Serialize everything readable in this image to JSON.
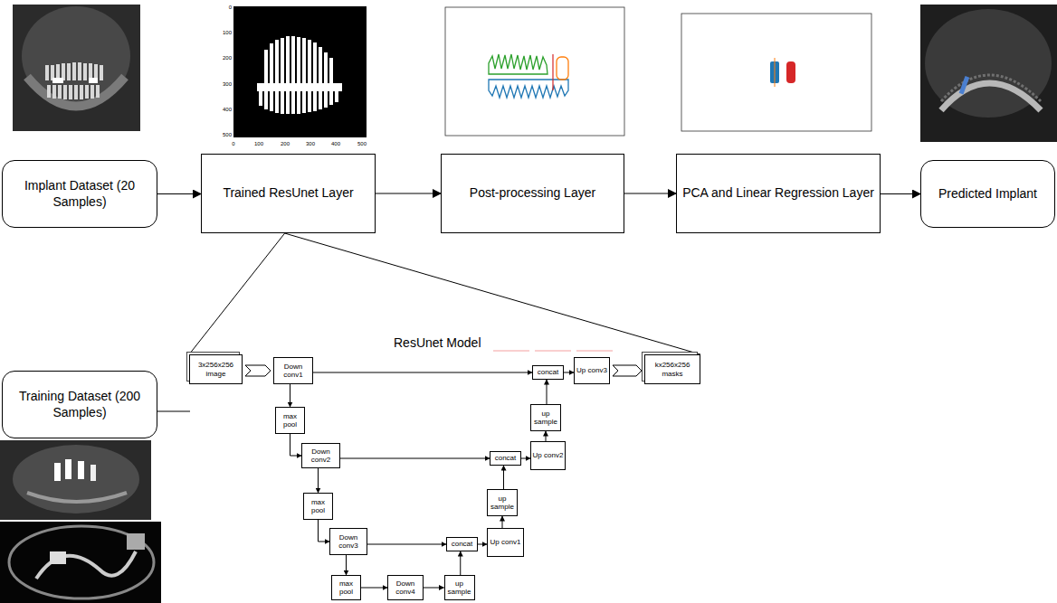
{
  "diagram": {
    "nodes": [
      {
        "text": [
          "Implant Dataset (20 Samples)"
        ]
      },
      {
        "text": [
          "Trained ResUnet Layer"
        ]
      },
      {
        "text": [
          "Post-processing Layer"
        ]
      },
      {
        "text": [
          "PCA and Linear Regression Layer"
        ]
      },
      {
        "text": [
          "Predicted Implant"
        ]
      },
      {
        "text": [
          "Training Dataset (200 Samples)"
        ]
      },
      {
        "text": [
          "3x256x256 image"
        ]
      },
      {
        "text": [
          "Down conv1"
        ]
      },
      {
        "text": [
          "max pool"
        ]
      },
      {
        "text": [
          "Down conv2"
        ]
      },
      {
        "text": [
          "max pool"
        ]
      },
      {
        "text": [
          "Down conv3"
        ]
      },
      {
        "text": [
          "max pool"
        ]
      },
      {
        "text": [
          "Down conv4"
        ]
      },
      {
        "text": [
          "up sample"
        ]
      },
      {
        "text": [
          "concat"
        ]
      },
      {
        "text": [
          "Up conv1"
        ]
      },
      {
        "text": [
          "up sample"
        ]
      },
      {
        "text": [
          "concat"
        ]
      },
      {
        "text": [
          "Up conv2"
        ]
      },
      {
        "text": [
          "up sample"
        ]
      },
      {
        "text": [
          "concat"
        ]
      },
      {
        "text": [
          "Up conv3"
        ]
      },
      {
        "text": [
          "kx256x256 masks"
        ]
      }
    ],
    "edges": [
      {
        "from": 0,
        "to": 1,
        "arrow": "to"
      },
      {
        "from": 1,
        "to": 2,
        "arrow": "to"
      },
      {
        "from": 2,
        "to": 3,
        "arrow": "to"
      },
      {
        "from": 3,
        "to": 4,
        "arrow": "to"
      },
      {
        "from": 1,
        "to": 6,
        "arrow": "none"
      },
      {
        "from": 1,
        "to": 23,
        "arrow": "none"
      },
      {
        "from": 6,
        "to": 7,
        "arrow": "to"
      },
      {
        "from": 7,
        "to": 21,
        "arrow": "to"
      },
      {
        "from": 7,
        "to": 8,
        "arrow": "to"
      },
      {
        "from": 8,
        "to": 9,
        "arrow": "to"
      },
      {
        "from": 9,
        "to": 18,
        "arrow": "to"
      },
      {
        "from": 9,
        "to": 10,
        "arrow": "to"
      },
      {
        "from": 10,
        "to": 11,
        "arrow": "to"
      },
      {
        "from": 11,
        "to": 15,
        "arrow": "to"
      },
      {
        "from": 11,
        "to": 12,
        "arrow": "to"
      },
      {
        "from": 12,
        "to": 13,
        "arrow": "to"
      },
      {
        "from": 13,
        "to": 14,
        "arrow": "to"
      },
      {
        "from": 14,
        "to": 15,
        "arrow": "to"
      },
      {
        "from": 15,
        "to": 16,
        "arrow": "to"
      },
      {
        "from": 16,
        "to": 17,
        "arrow": "to"
      },
      {
        "from": 17,
        "to": 18,
        "arrow": "to"
      },
      {
        "from": 18,
        "to": 19,
        "arrow": "to"
      },
      {
        "from": 19,
        "to": 20,
        "arrow": "to"
      },
      {
        "from": 20,
        "to": 21,
        "arrow": "to"
      },
      {
        "from": 21,
        "to": 22,
        "arrow": "to"
      },
      {
        "from": 22,
        "to": 23,
        "arrow": "to"
      }
    ],
    "labels": [
      "ResUnet Model",
      "0",
      "100",
      "200",
      "300",
      "400",
      "500",
      "0",
      "100",
      "200",
      "300",
      "400",
      "500"
    ]
  }
}
